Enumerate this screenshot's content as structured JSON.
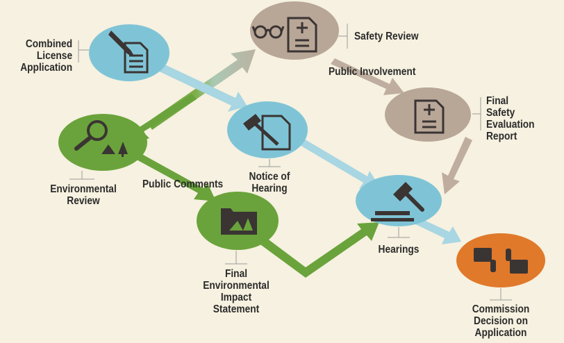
{
  "colors": {
    "background": "#f6f1e0",
    "blue": "#7fc4d6",
    "blue_arrow": "#a8d6e2",
    "brown": "#b8a697",
    "brown_arrow": "#bfae9f",
    "green": "#6aa33b",
    "orange": "#e0792a",
    "icon": "#3a3433"
  },
  "nodes": {
    "combined_license": {
      "label": [
        "Combined",
        "License",
        "Application"
      ],
      "icon": "pen-document-icon"
    },
    "safety_review": {
      "label": [
        "Safety Review"
      ],
      "icon": "glasses-document-icon"
    },
    "final_safety": {
      "label": [
        "Final",
        "Safety",
        "Evaluation",
        "Report"
      ],
      "icon": "plus-minus-document-icon"
    },
    "notice_hearing": {
      "label": [
        "Notice of",
        "Hearing"
      ],
      "icon": "gavel-document-icon"
    },
    "environmental_review": {
      "label": [
        "Environmental",
        "Review"
      ],
      "icon": "magnifier-landscape-icon"
    },
    "final_eis": {
      "label": [
        "Final",
        "Environmental",
        "Impact",
        "Statement"
      ],
      "icon": "folder-landscape-icon"
    },
    "hearings": {
      "label": [
        "Hearings"
      ],
      "icon": "gavel-block-icon"
    },
    "commission_decision": {
      "label": [
        "Commission",
        "Decision on",
        "Application"
      ],
      "icon": "thumbs-down-up-icon"
    }
  },
  "flow_labels": {
    "public_involvement": "Public Involvement",
    "public_comments": "Public Comments"
  }
}
